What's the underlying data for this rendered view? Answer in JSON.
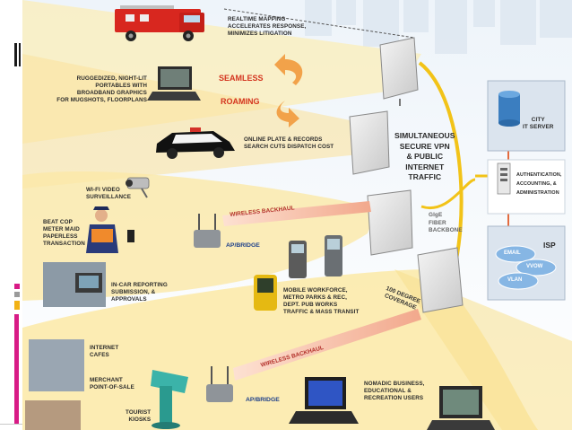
{
  "diagram": {
    "top_left_labels": {
      "realtime_mapping": "REALTIME MAPPING\nACCELERATES RESPONSE,\nMINIMIZES LITIGATION",
      "ruggedized": "RUGGEDIZED, NIGHT-LIT\nPORTABLES WITH\nBROADBAND GRAPHICS\nFOR MUGSHOTS, FLOORPLANS",
      "online_plate": "ONLINE PLATE & RECORDS\nSEARCH CUTS DISPATCH COST"
    },
    "roaming": {
      "line1": "SEAMLESS",
      "line2": "ROAMING"
    },
    "center": {
      "vpn": "SIMULTANEOUS\nSECURE VPN\n& PUBLIC\nINTERNET\nTRAFFIC",
      "backbone": "GIgE\nFIBER\nBACKBONE",
      "coverage": "100 DEGREE\nCOVERAGE"
    },
    "right": {
      "city_server": "CITY\nIT SERVER",
      "auth": "AUTHENTICATION,\nACCOUNTING, &\nADMINISTRATION",
      "isp": "ISP",
      "clouds": [
        "EMAIL",
        "VVOW",
        "VLAN"
      ]
    },
    "middle_labels": {
      "wifi_video": "WI-FI VIDEO\nSURVEILLANCE",
      "beat_cop": "BEAT COP\nMETER MAID\nPAPERLESS\nTRANSACTION",
      "wireless_backhaul_1": "WIRELESS BACKHAUL",
      "ap_bridge_1": "AP/BRIDGE",
      "in_car": "IN-CAR REPORTING\nSUBMISSION, &\nAPPROVALS",
      "mobile_workforce": "MOBILE WORKFORCE,\nMETRO PARKS & REC,\nDEPT. PUB WORKS\nTRAFFIC & MASS TRANSIT"
    },
    "bottom_labels": {
      "internet_cafes": "INTERNET\nCAFES",
      "merchant": "MERCHANT\nPOINT-OF-SALE",
      "tourist": "TOURIST\nKIOSKS",
      "wireless_backhaul_2": "WIRELESS BACKHAUL",
      "ap_bridge_2": "AP/BRIDGE",
      "nomadic": "NOMADIC BUSINESS,\nEDUCATIONAL &\nRECREATION USERS"
    },
    "colors": {
      "beam": "#fbe9a6",
      "beam_strong": "#f7d768",
      "backhaul": "#f2a88c",
      "fiber": "#f2c318",
      "ap_label": "#1d3f8a",
      "roaming_label": "#d4351f",
      "accent_pink": "#d81b86"
    }
  }
}
